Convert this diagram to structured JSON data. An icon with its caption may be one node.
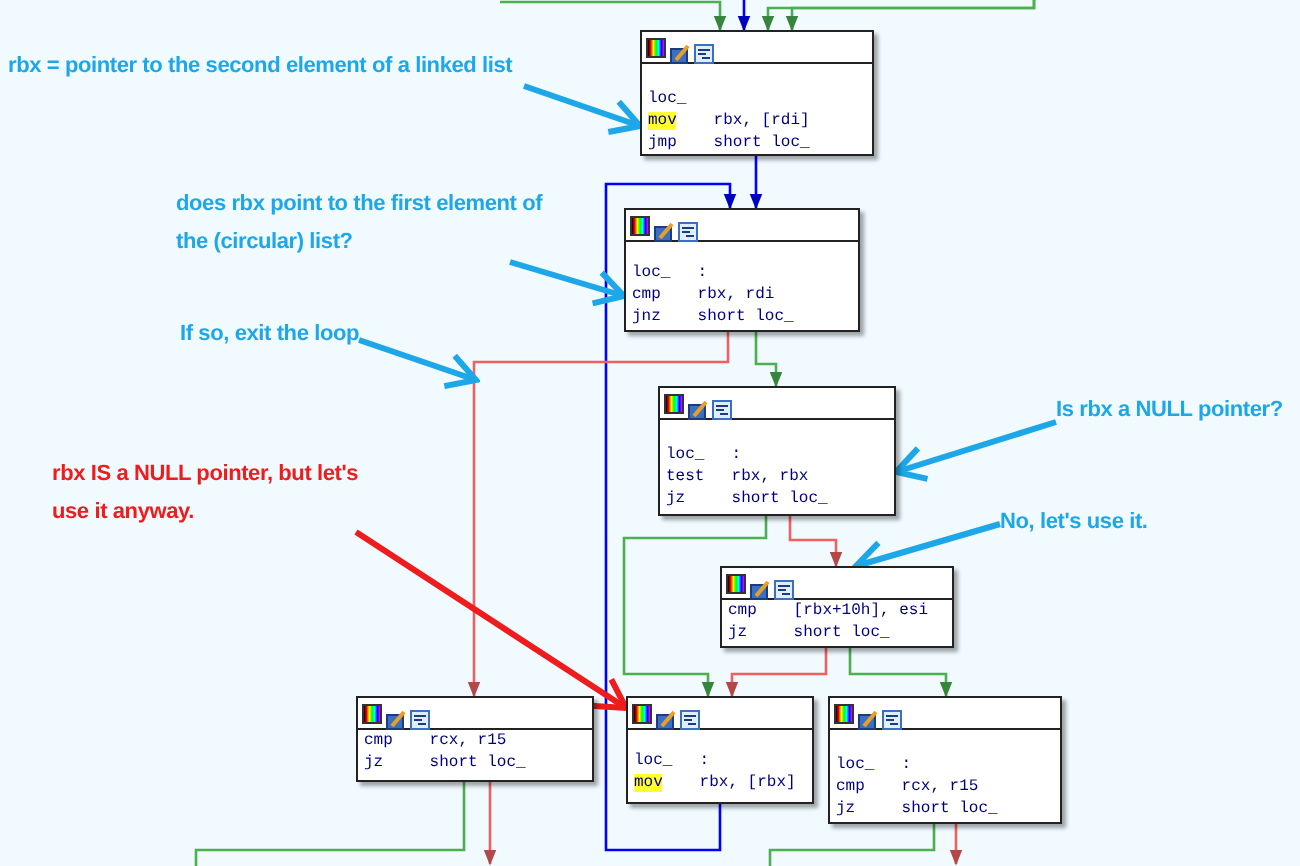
{
  "diagram": {
    "nodes": [
      {
        "text": [
          "rbx = pointer to the second element of a linked list"
        ]
      },
      {
        "text": [
          "loc_",
          "mov rbx, [rdi]",
          "jmp short loc_"
        ]
      },
      {
        "text": [
          "does rbx point to the first element of the (circular) list?"
        ]
      },
      {
        "text": [
          "loc_ :",
          "cmp rbx, rdi",
          "jnz short loc_"
        ]
      },
      {
        "text": [
          "If so, exit the loop"
        ]
      },
      {
        "text": [
          "loc_ :",
          "test rbx, rbx",
          "jz short loc_"
        ]
      },
      {
        "text": [
          "Is rbx a NULL pointer?"
        ]
      },
      {
        "text": [
          "No, let's use it."
        ]
      },
      {
        "text": [
          "cmp [rbx+10h], esi",
          "jz short loc_"
        ]
      },
      {
        "text": [
          "rbx IS a NULL pointer, but let's use it anyway."
        ]
      },
      {
        "text": [
          "cmp rcx, r15",
          "jz short loc_"
        ]
      },
      {
        "text": [
          "loc_ :",
          "mov rbx, [rbx]"
        ]
      },
      {
        "text": [
          "loc_ :",
          "cmp rcx, r15",
          "jz short loc_"
        ]
      }
    ],
    "edges": [
      {
        "from": null,
        "to": 1,
        "arrow": "to"
      },
      {
        "from": null,
        "to": 1,
        "arrow": "to",
        "color": "#0000ff"
      },
      {
        "from": null,
        "to": 1,
        "arrow": "to"
      },
      {
        "from": null,
        "to": 1,
        "arrow": "to"
      },
      {
        "from": 1,
        "to": 3,
        "arrow": "to",
        "color": "#0000ff"
      },
      {
        "from": 11,
        "to": 3,
        "arrow": "to",
        "color": "#0000ff"
      },
      {
        "from": 3,
        "to": 5,
        "arrow": "to"
      },
      {
        "from": 3,
        "to": 10,
        "arrow": "to",
        "color": "#f06060"
      },
      {
        "from": 5,
        "to": 8,
        "arrow": "to",
        "color": "#f06060"
      },
      {
        "from": 5,
        "to": 11,
        "arrow": "to"
      },
      {
        "from": 8,
        "to": 11,
        "arrow": "to",
        "color": "#f06060"
      },
      {
        "from": 8,
        "to": 12,
        "arrow": "to"
      },
      {
        "from": 10,
        "to": null,
        "arrow": "none"
      },
      {
        "from": 10,
        "to": null,
        "arrow": "to",
        "color": "#f06060"
      },
      {
        "from": 12,
        "to": null,
        "arrow": "none"
      },
      {
        "from": 12,
        "to": null,
        "arrow": "to",
        "color": "#f06060"
      },
      {
        "from": 0,
        "to": 1,
        "arrow": "to",
        "style": "thick",
        "color": "#1ea7e8"
      },
      {
        "from": 2,
        "to": 3,
        "arrow": "to",
        "style": "thick",
        "color": "#1ea7e8"
      },
      {
        "from": 4,
        "to": null,
        "arrow": "to",
        "style": "thick",
        "color": "#1ea7e8"
      },
      {
        "from": 6,
        "to": 5,
        "arrow": "to",
        "style": "thick",
        "color": "#1ea7e8"
      },
      {
        "from": 7,
        "to": 8,
        "arrow": "to",
        "style": "thick",
        "color": "#1ea7e8"
      },
      {
        "from": 9,
        "to": 11,
        "arrow": "to",
        "style": "thick",
        "color": "#ee1c1c"
      }
    ]
  }
}
